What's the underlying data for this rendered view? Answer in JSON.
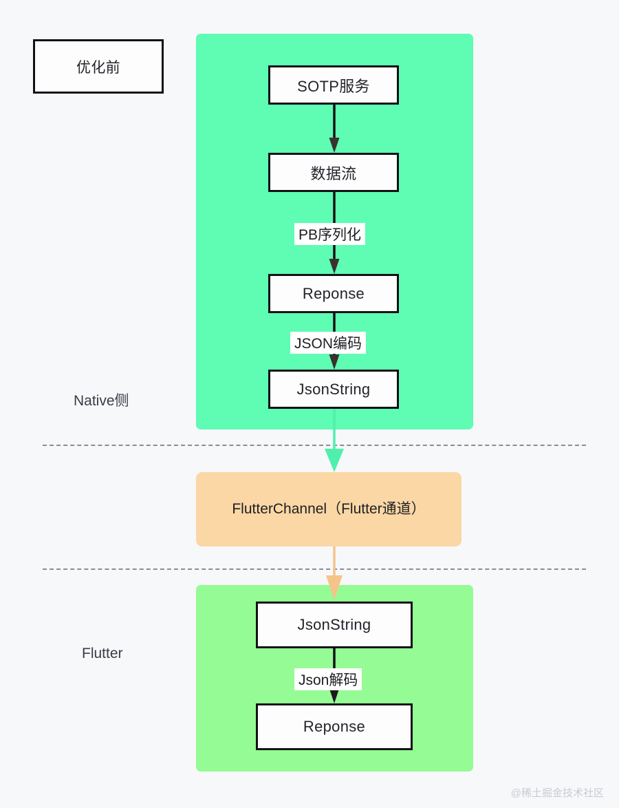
{
  "diagram": {
    "title_box": {
      "label": "优化前"
    },
    "lanes": [
      {
        "name": "native",
        "label": "Native侧",
        "color": "#5ffcb4"
      },
      {
        "name": "channel",
        "label": "",
        "color": "#fad7a5"
      },
      {
        "name": "flutter",
        "label": "Flutter",
        "color": "#95fb94"
      }
    ],
    "nodes": [
      {
        "id": "sotp",
        "label": "SOTP服务",
        "lane": "native"
      },
      {
        "id": "datastream",
        "label": "数据流",
        "lane": "native"
      },
      {
        "id": "reponse_top",
        "label": "Reponse",
        "lane": "native"
      },
      {
        "id": "jsonstring_top",
        "label": "JsonString",
        "lane": "native"
      },
      {
        "id": "channel",
        "label": "FlutterChannel（Flutter通道）",
        "lane": "channel"
      },
      {
        "id": "jsonstring_bot",
        "label": "JsonString",
        "lane": "flutter"
      },
      {
        "id": "reponse_bot",
        "label": "Reponse",
        "lane": "flutter"
      }
    ],
    "edges": [
      {
        "from": "sotp",
        "to": "datastream",
        "label": "",
        "color": "#111216"
      },
      {
        "from": "datastream",
        "to": "reponse_top",
        "label": "PB序列化",
        "color": "#111216"
      },
      {
        "from": "reponse_top",
        "to": "jsonstring_top",
        "label": "JSON编码",
        "color": "#111216"
      },
      {
        "from": "jsonstring_top",
        "to": "channel",
        "label": "",
        "color": "#4ff0ac"
      },
      {
        "from": "channel",
        "to": "jsonstring_bot",
        "label": "",
        "color": "#f5c48a"
      },
      {
        "from": "jsonstring_bot",
        "to": "reponse_bot",
        "label": "Json解码",
        "color": "#111216"
      }
    ],
    "dividers": 2,
    "watermark": "@稀土掘金技术社区"
  }
}
